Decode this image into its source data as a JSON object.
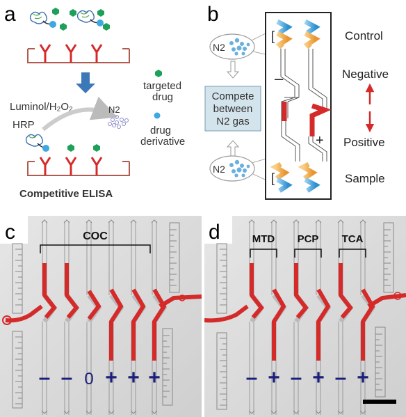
{
  "figure": {
    "panels": {
      "a": {
        "letter": "a",
        "luminol": "Luminol/H₂O₂",
        "hrp": "HRP",
        "n2": "N2",
        "legend_targeted": [
          "targeted",
          "drug"
        ],
        "legend_derivative": [
          "drug",
          "derivative"
        ],
        "caption": "Competitive ELISA"
      },
      "b": {
        "letter": "b",
        "n2_top": "N2",
        "n2_bottom": "N2",
        "compete": [
          "Compete",
          "between",
          "N2 gas"
        ],
        "minus": "–",
        "plus": "+",
        "control": "Control",
        "negative": "Negative",
        "positive": "Positive",
        "sample": "Sample"
      },
      "c": {
        "letter": "c",
        "bracket_label": "COC",
        "results": [
          "–",
          "–",
          "0",
          "+",
          "+",
          "+"
        ]
      },
      "d": {
        "letter": "d",
        "bracket_labels": [
          "MTD",
          "PCP",
          "TCA"
        ],
        "results": [
          "–",
          "+",
          "–",
          "+",
          "–",
          "+"
        ]
      }
    },
    "colors": {
      "red": "#d42a2a",
      "orange": "#f0a340",
      "blue": "#3ea8e0",
      "green": "#1fa05a",
      "arrow_blue": "#3c78b8",
      "navy": "#1c1f7a",
      "well": "#b05a50",
      "box_fill": "#d4e4ec"
    }
  }
}
